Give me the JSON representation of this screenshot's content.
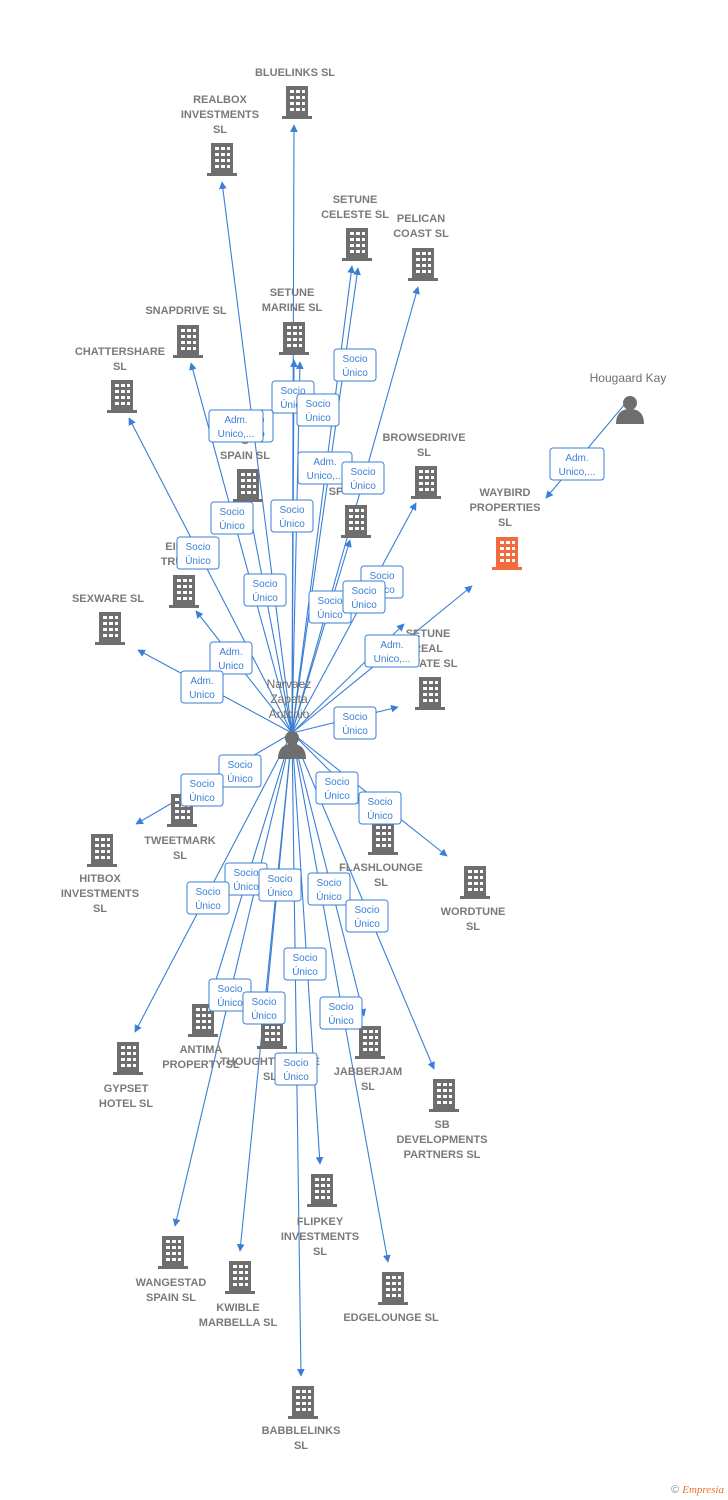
{
  "person": {
    "label": [
      "Narvaez",
      "Zapata",
      "Antonio"
    ]
  },
  "other_person": {
    "label": [
      "Hougaard Kay"
    ]
  },
  "companies": [
    {
      "id": "bluelinks",
      "label": [
        "BLUELINKS  SL"
      ]
    },
    {
      "id": "realbox",
      "label": [
        "REALBOX",
        "INVESTMENTS",
        "SL"
      ]
    },
    {
      "id": "setune-celeste",
      "label": [
        "SETUNE",
        "CELESTE  SL"
      ]
    },
    {
      "id": "pelican",
      "label": [
        "PELICAN",
        "COAST SL"
      ]
    },
    {
      "id": "snapdrive",
      "label": [
        "SNAPDRIVE  SL"
      ]
    },
    {
      "id": "setune-marine",
      "label": [
        "SETUNE",
        "MARINE  SL"
      ]
    },
    {
      "id": "chattershare",
      "label": [
        "CHATTERSHARE",
        "SL"
      ]
    },
    {
      "id": "spain",
      "label": [
        "S",
        "SPAIN  SL"
      ]
    },
    {
      "id": "browsedrive",
      "label": [
        "BROWSEDRIVE",
        "SL"
      ]
    },
    {
      "id": "waybird",
      "label": [
        "WAYBIRD",
        "PROPERTIES",
        "SL"
      ],
      "highlight": true
    },
    {
      "id": "sp",
      "label": [
        "SP"
      ]
    },
    {
      "id": "trust",
      "label": [
        "EII",
        "TRU"
      ]
    },
    {
      "id": "sexware",
      "label": [
        "SEXWARE  SL"
      ]
    },
    {
      "id": "setune-real",
      "label": [
        "SETUNE",
        "REAL",
        "ESTATE  SL"
      ]
    },
    {
      "id": "tweetmark",
      "label": [
        "TWEETMARK",
        "SL"
      ]
    },
    {
      "id": "hitbox",
      "label": [
        "HITBOX",
        "INVESTMENTS",
        "SL"
      ]
    },
    {
      "id": "flashlounge",
      "label": [
        "FLASHLOUNGE",
        "SL"
      ]
    },
    {
      "id": "wordtune",
      "label": [
        "WORDTUNE",
        "SL"
      ]
    },
    {
      "id": "antima",
      "label": [
        "ANTIMA",
        "PROPERTY  SL"
      ]
    },
    {
      "id": "thoughtsphere",
      "label": [
        "THOUGHTSPHERE",
        "SL"
      ]
    },
    {
      "id": "gypset",
      "label": [
        "GYPSET",
        "HOTEL  SL"
      ]
    },
    {
      "id": "jabberjam",
      "label": [
        "JABBERJAM",
        "SL"
      ]
    },
    {
      "id": "sb",
      "label": [
        "SB",
        "DEVELOPMENTS",
        "PARTNERS  SL"
      ]
    },
    {
      "id": "flipkey",
      "label": [
        "FLIPKEY",
        "INVESTMENTS",
        "SL"
      ]
    },
    {
      "id": "wangestad",
      "label": [
        "WANGESTAD",
        "SPAIN  SL"
      ]
    },
    {
      "id": "kwible",
      "label": [
        "KWIBLE",
        "MARBELLA  SL"
      ]
    },
    {
      "id": "edgelounge",
      "label": [
        "EDGELOUNGE SL"
      ]
    },
    {
      "id": "babblelinks",
      "label": [
        "BABBLELINKS",
        "SL"
      ]
    }
  ],
  "badges": [
    {
      "text": [
        "Socio",
        "Único"
      ]
    },
    {
      "text": [
        "Adm.",
        "Unico,..."
      ]
    },
    {
      "text": [
        "Socio",
        "Único"
      ]
    },
    {
      "text": [
        "Socio",
        "Único"
      ]
    },
    {
      "text": [
        "Socio",
        "Único"
      ]
    },
    {
      "text": [
        "Adm.",
        "Unico,..."
      ]
    },
    {
      "text": [
        "Socio",
        "Único"
      ]
    },
    {
      "text": [
        "Socio",
        "Único"
      ]
    },
    {
      "text": [
        "Socio",
        "Único"
      ]
    },
    {
      "text": [
        "Socio",
        "Único"
      ]
    },
    {
      "text": [
        "Socio",
        "Único"
      ]
    },
    {
      "text": [
        "Socio",
        "Único"
      ]
    },
    {
      "text": [
        "Socio",
        "Único"
      ]
    },
    {
      "text": [
        "Adm.",
        "Unico"
      ]
    },
    {
      "text": [
        "Adm.",
        "Unico"
      ]
    },
    {
      "text": [
        "Adm.",
        "Unico,..."
      ]
    },
    {
      "text": [
        "Socio",
        "Único"
      ]
    },
    {
      "text": [
        "Socio",
        "Único"
      ]
    },
    {
      "text": [
        "Socio",
        "Único"
      ]
    },
    {
      "text": [
        "Socio",
        "Único"
      ]
    },
    {
      "text": [
        "Socio",
        "Único"
      ]
    },
    {
      "text": [
        "Socio",
        "Único"
      ]
    },
    {
      "text": [
        "Socio",
        "Único"
      ]
    },
    {
      "text": [
        "Socio",
        "Único"
      ]
    },
    {
      "text": [
        "Socio",
        "Único"
      ]
    },
    {
      "text": [
        "Socio",
        "Único"
      ]
    },
    {
      "text": [
        "Socio",
        "Único"
      ]
    },
    {
      "text": [
        "Socio",
        "Único"
      ]
    },
    {
      "text": [
        "Socio",
        "Único"
      ]
    },
    {
      "text": [
        "Socio",
        "Único"
      ]
    },
    {
      "text": [
        "Socio",
        "Único"
      ]
    },
    {
      "text": [
        "Socio",
        "Único"
      ]
    },
    {
      "text": [
        "Adm.",
        "Unico,..."
      ]
    }
  ],
  "colors": {
    "edge": "#3a7fd6",
    "building": "#6e6e6e",
    "highlight": "#f26a3d",
    "person": "#6e6e6e"
  },
  "footer": {
    "copyright": "©",
    "brand": "Empresia"
  }
}
